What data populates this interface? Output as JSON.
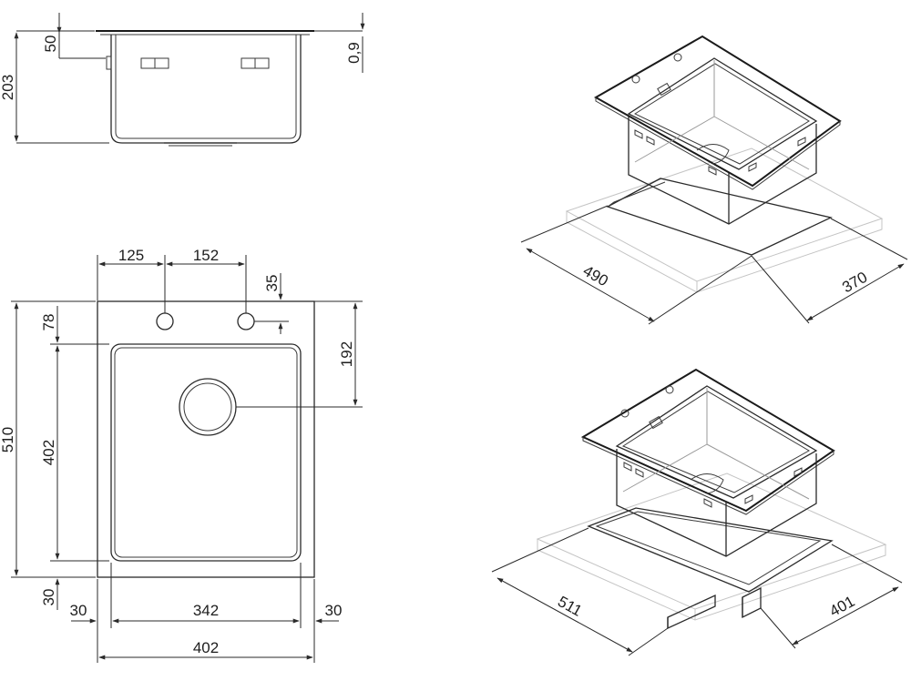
{
  "side_view": {
    "total_depth": "203",
    "flange_depth": "50",
    "rim_thickness": "0,9"
  },
  "top_view": {
    "tap_hole_offset": "125",
    "tap_hole_spacing": "152",
    "hole_edge_offset": "35",
    "top_margin": "78",
    "drain_position": "192",
    "total_length": "510",
    "bowl_length": "402",
    "bottom_margin": "30",
    "left_margin": "30",
    "bowl_width": "342",
    "right_margin": "30",
    "total_width": "402"
  },
  "iso_top": {
    "cutout_length": "490",
    "cutout_width": "370"
  },
  "iso_bottom": {
    "cutout_length": "511",
    "cutout_width": "401"
  }
}
